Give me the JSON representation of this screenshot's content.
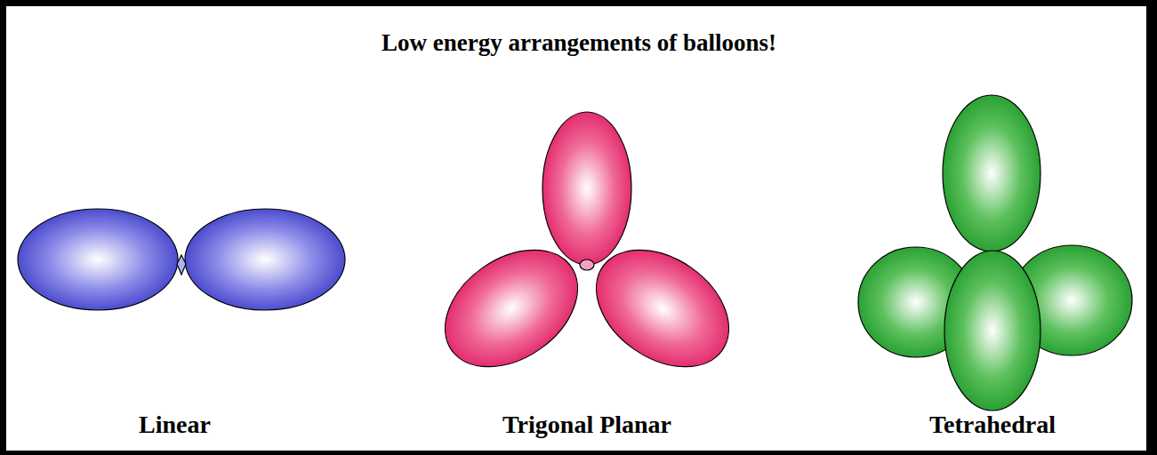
{
  "diagram": {
    "title": "Low energy arrangements of balloons!",
    "labels": [
      "Linear",
      "Trigonal Planar",
      "Tetrahedral"
    ]
  }
}
